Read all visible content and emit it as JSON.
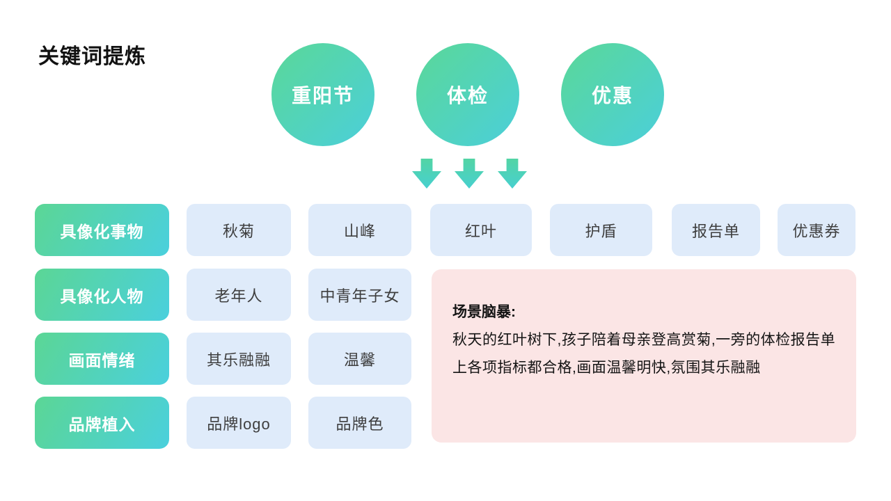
{
  "title": "关键词提炼",
  "keywords": [
    {
      "label": "重阳节"
    },
    {
      "label": "体检"
    },
    {
      "label": "优惠"
    }
  ],
  "rows": [
    {
      "category": "具像化事物",
      "items": [
        "秋菊",
        "山峰",
        "红叶",
        "护盾",
        "报告单",
        "优惠券"
      ]
    },
    {
      "category": "具像化人物",
      "items": [
        "老年人",
        "中青年子女"
      ]
    },
    {
      "category": "画面情绪",
      "items": [
        "其乐融融",
        "温馨"
      ]
    },
    {
      "category": "品牌植入",
      "items": [
        "品牌logo",
        "品牌色"
      ]
    }
  ],
  "brainstorm": {
    "heading": "场景脑暴:",
    "body": "秋天的红叶树下,孩子陪着母亲登高赏菊,一旁的体检报告单上各项指标都合格,画面温馨明快,氛围其乐融融"
  },
  "colors": {
    "gradient_start": "#5ad898",
    "gradient_end": "#4bcfda",
    "chip_bg": "#dfebfa",
    "chip_text": "#3e3e3e",
    "note_bg": "#fbe5e5"
  }
}
